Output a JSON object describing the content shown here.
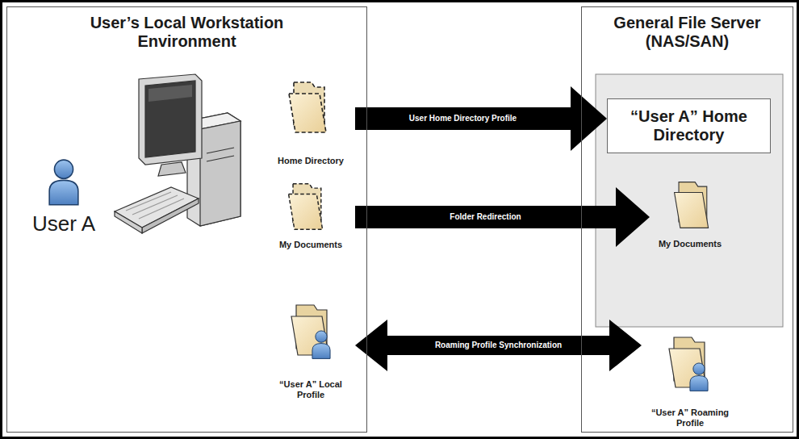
{
  "diagram": {
    "nodes": [
      {
        "text": [
          "User’s Local Workstation Environment"
        ]
      },
      {
        "text": [
          "Home Directory"
        ],
        "in": 0
      },
      {
        "text": [
          "My Documents"
        ],
        "in": 0
      },
      {
        "text": [
          "“User A” Local Profile"
        ],
        "in": 0
      },
      {
        "text": [
          "General File Server (NAS/SAN)"
        ]
      },
      {
        "text": [
          "“User A” Home Directory"
        ],
        "in": 4
      },
      {
        "text": [
          "My Documents"
        ],
        "in": 4
      },
      {
        "text": [
          "“User A” Roaming Profile"
        ],
        "in": 4
      }
    ],
    "edges": [
      {
        "from": 1,
        "to": 5,
        "label": "User Home Directory Profile",
        "arrow": "to"
      },
      {
        "from": 2,
        "to": 6,
        "label": "Folder Redirection",
        "arrow": "to"
      },
      {
        "from": 3,
        "to": 7,
        "label": "Roaming Profile Synchronization",
        "arrow": "both"
      }
    ],
    "labels": [
      "User A"
    ]
  }
}
